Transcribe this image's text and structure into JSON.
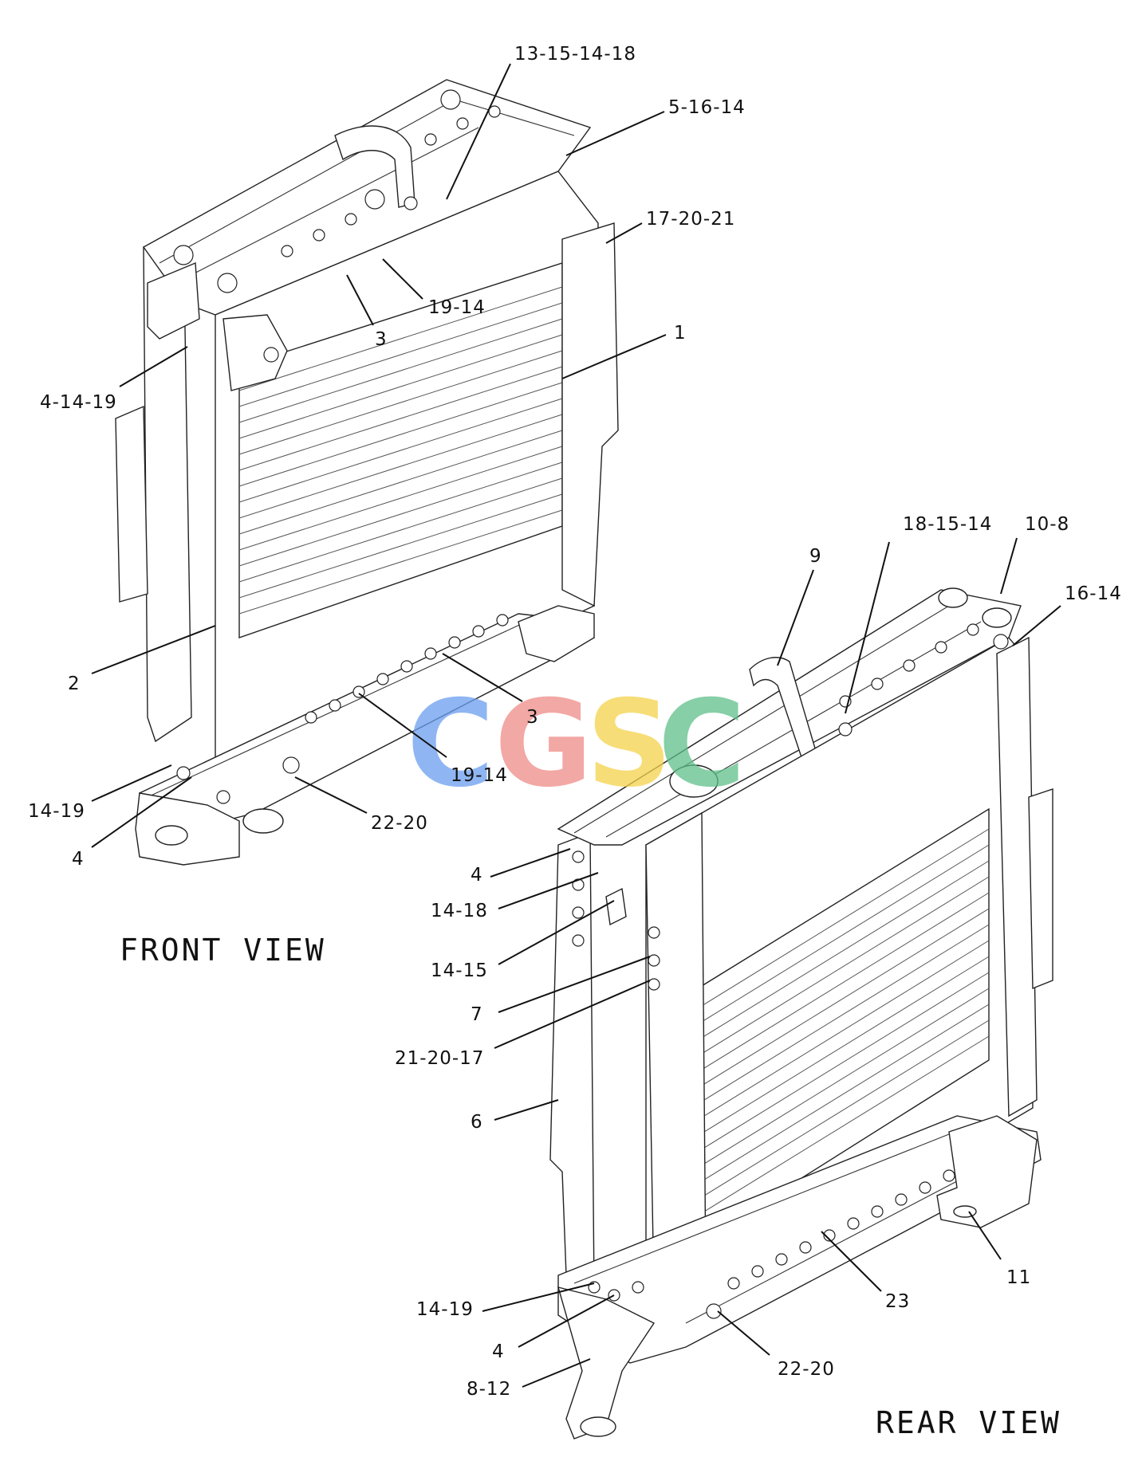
{
  "views": {
    "front": {
      "title": "FRONT VIEW"
    },
    "rear": {
      "title": "REAR VIEW"
    }
  },
  "watermark": {
    "letters": [
      {
        "char": "C",
        "color": "#6a9ef0"
      },
      {
        "char": "G",
        "color": "#ee8c86"
      },
      {
        "char": "S",
        "color": "#f5d24a"
      },
      {
        "char": "C",
        "color": "#5fbf8a"
      }
    ]
  },
  "callouts": {
    "front": {
      "c_13_15_14_18": "13-15-14-18",
      "c_5_16_14": "5-16-14",
      "c_17_20_21": "17-20-21",
      "c_19_14_top": "19-14",
      "c_3_top": "3",
      "c_1": "1",
      "c_4_14_19": "4-14-19",
      "c_2": "2",
      "c_3_bottom": "3",
      "c_19_14_bottom": "19-14",
      "c_14_19": "14-19",
      "c_4": "4",
      "c_22_20": "22-20"
    },
    "rear": {
      "c_18_15_14": "18-15-14",
      "c_10_8": "10-8",
      "c_9": "9",
      "c_16_14": "16-14",
      "c_4_top": "4",
      "c_14_18": "14-18",
      "c_14_15": "14-15",
      "c_7": "7",
      "c_21_20_17": "21-20-17",
      "c_6": "6",
      "c_11": "11",
      "c_23": "23",
      "c_14_19": "14-19",
      "c_4_bottom": "4",
      "c_8_12": "8-12",
      "c_22_20": "22-20"
    }
  }
}
